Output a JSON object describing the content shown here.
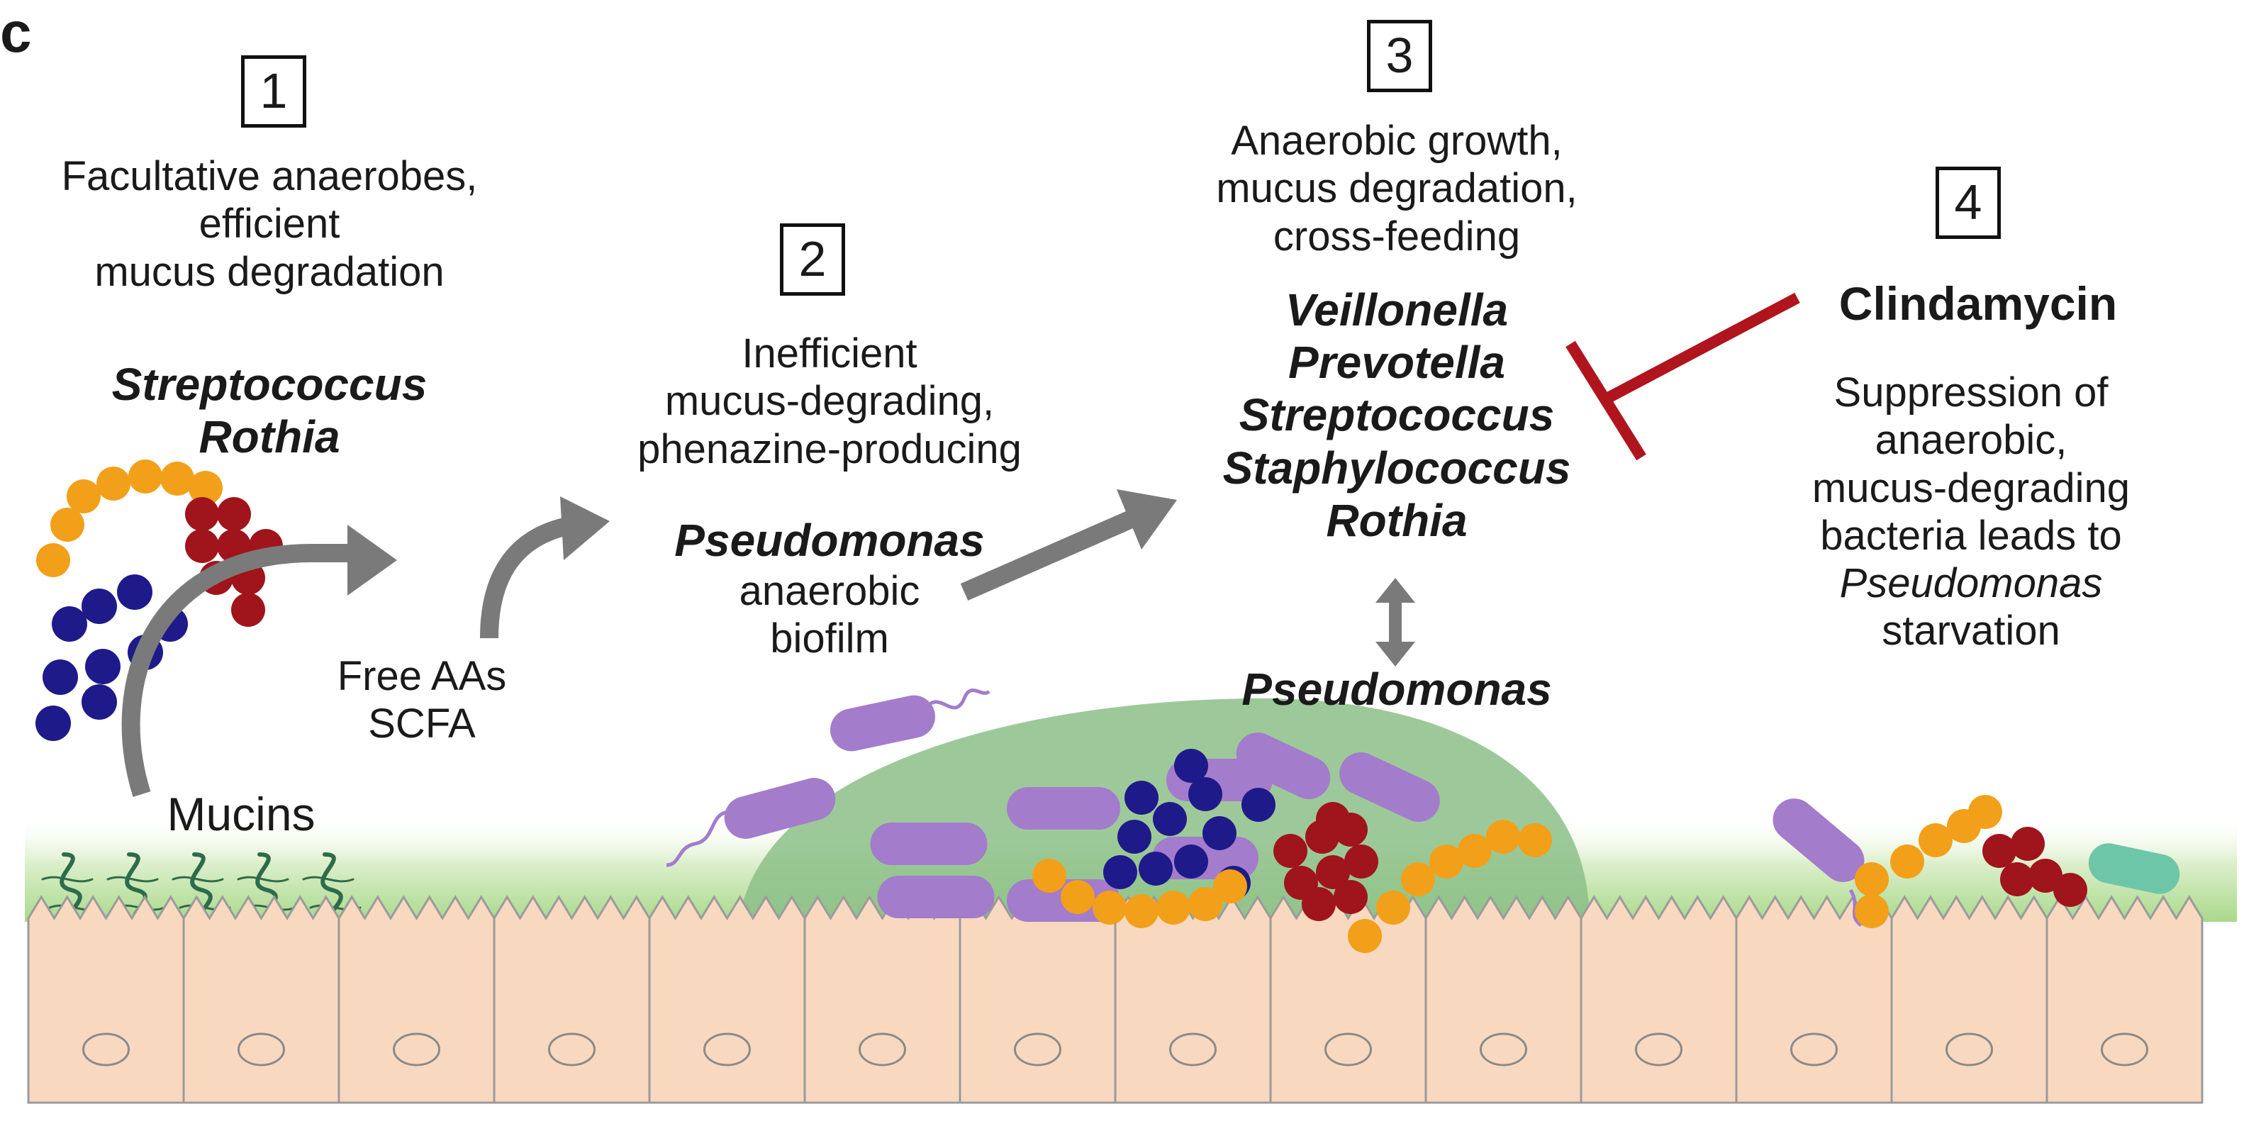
{
  "panel_label": "c",
  "step1": {
    "number": "1",
    "lines": [
      "Facultative anaerobes,",
      "efficient",
      "mucus degradation"
    ],
    "taxa": [
      "Streptococcus",
      "Rothia"
    ]
  },
  "mucins_label": "Mucins",
  "products": [
    "Free AAs",
    "SCFA"
  ],
  "step2": {
    "number": "2",
    "lines": [
      "Inefficient",
      "mucus-degrading,",
      "phenazine-producing"
    ],
    "taxon": "Pseudomonas",
    "desc": [
      "anaerobic",
      "biofilm"
    ]
  },
  "step3": {
    "number": "3",
    "lines": [
      "Anaerobic growth,",
      "mucus degradation,",
      "cross-feeding"
    ],
    "taxa": [
      "Veillonella",
      "Prevotella",
      "Streptococcus",
      "Staphylococcus",
      "Rothia"
    ],
    "partner": "Pseudomonas"
  },
  "step4": {
    "number": "4",
    "drug": "Clindamycin",
    "lines": [
      "Suppression of",
      "anaerobic,",
      "mucus-degrading",
      "bacteria leads to"
    ],
    "italic": "Pseudomonas",
    "last": "starvation"
  },
  "colors": {
    "streptococcus": "#f2a01a",
    "dark_blue_cocci": "#1f1a8a",
    "red_cocci": "#a0141c",
    "rod_purple": "#a37ccc",
    "rod_teal": "#6ec6a8",
    "biofilm": "#8cbf88",
    "mucus": "#bfe3a6",
    "epithelium": "#f8d9c0",
    "arrow": "#7a7a7a",
    "inhibit": "#b0141c"
  }
}
